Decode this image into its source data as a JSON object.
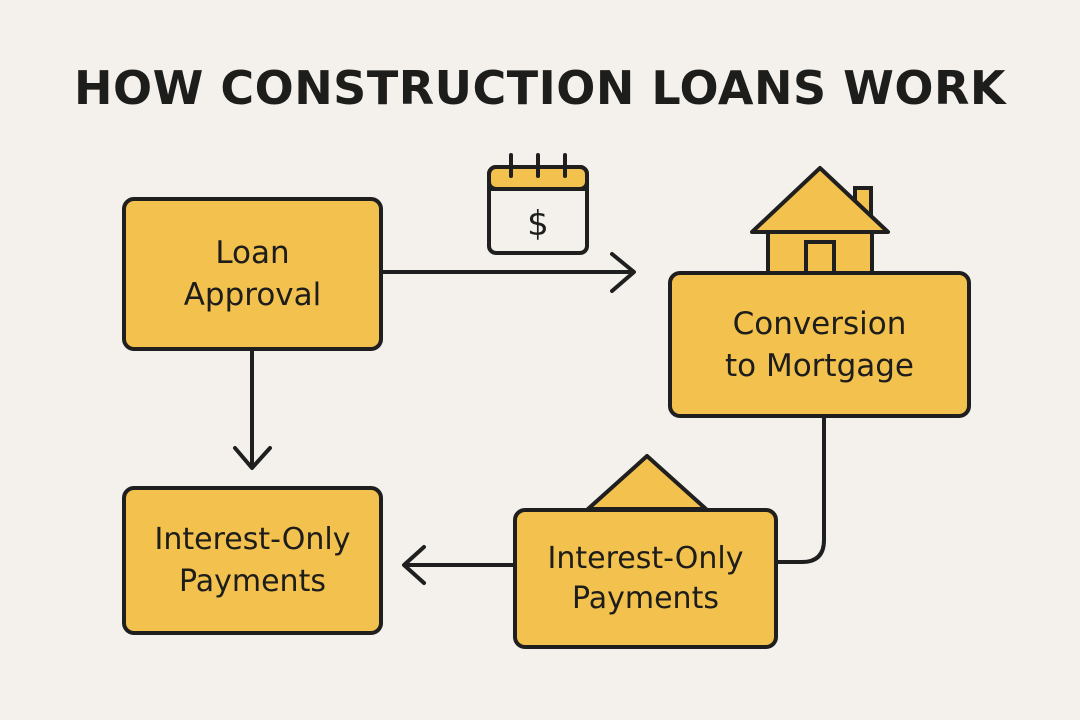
{
  "title": "HOW CONSTRUCTION LOANS WORK",
  "nodes": {
    "loan_approval": "Loan\nApproval",
    "conversion": "Conversion\nto Mortgage",
    "interest_left": "Interest-Only\nPayments",
    "interest_right": "Interest-Only\nPayments"
  },
  "icons": {
    "calendar": "calendar-dollar-icon",
    "calendar_symbol": "$",
    "house": "house-icon",
    "roof": "roof-icon"
  },
  "colors": {
    "box_fill": "#f2c14e",
    "stroke": "#1f1f1f",
    "background": "#f4f1ed",
    "text": "#1d1d1b"
  }
}
